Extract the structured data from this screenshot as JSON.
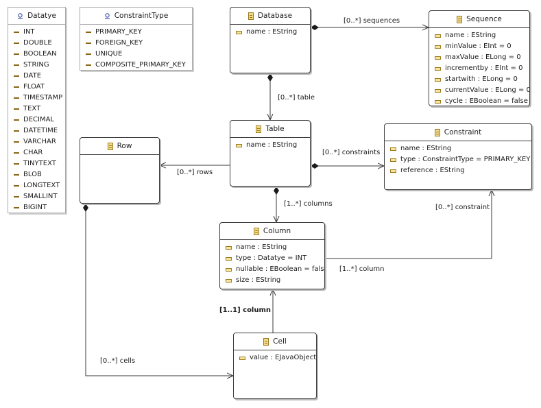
{
  "enums": [
    {
      "id": "datatype",
      "name": "Datatye",
      "literals": [
        "INT",
        "DOUBLE",
        "BOOLEAN",
        "STRING",
        "DATE",
        "FLOAT",
        "TIMESTAMP",
        "TEXT",
        "DECIMAL",
        "DATETIME",
        "VARCHAR",
        "CHAR",
        "TINYTEXT",
        "BLOB",
        "LONGTEXT",
        "SMALLINT",
        "BIGINT"
      ]
    },
    {
      "id": "constrainttype",
      "name": "ConstraintType",
      "literals": [
        "PRIMARY_KEY",
        "FOREIGN_KEY",
        "UNIQUE",
        "COMPOSITE_PRIMARY_KEY"
      ]
    }
  ],
  "classes": [
    {
      "id": "database",
      "name": "Database",
      "attributes": [
        "name : EString"
      ]
    },
    {
      "id": "sequence",
      "name": "Sequence",
      "attributes": [
        "name : EString",
        "minValue : EInt = 0",
        "maxValue : ELong = 0",
        "incrementby : EInt = 0",
        "startwith : ELong = 0",
        "currentValue : ELong = 0",
        "cycle : EBoolean = false"
      ]
    },
    {
      "id": "table",
      "name": "Table",
      "attributes": [
        "name : EString"
      ]
    },
    {
      "id": "constraint",
      "name": "Constraint",
      "attributes": [
        "name : EString",
        "type : ConstraintType = PRIMARY_KEY",
        "reference : EString"
      ]
    },
    {
      "id": "row",
      "name": "Row",
      "attributes": []
    },
    {
      "id": "column",
      "name": "Column",
      "attributes": [
        "name : EString",
        "type : Datatye = INT",
        "nullable : EBoolean = false",
        "size : EString"
      ]
    },
    {
      "id": "cell",
      "name": "Cell",
      "attributes": [
        "value : EJavaObject"
      ]
    }
  ],
  "relations": [
    {
      "id": "sequences",
      "label": "[0..*] sequences",
      "kind": "containment",
      "bold": false
    },
    {
      "id": "table",
      "label": "[0..*] table",
      "kind": "containment",
      "bold": false
    },
    {
      "id": "constraints",
      "label": "[0..*] constraints",
      "kind": "containment",
      "bold": false
    },
    {
      "id": "rows",
      "label": "[0..*] rows",
      "kind": "containment",
      "bold": false
    },
    {
      "id": "columns",
      "label": "[1..*] columns",
      "kind": "containment",
      "bold": false
    },
    {
      "id": "constraint-ref",
      "label": "[0..*] constraint",
      "kind": "bidirectional",
      "bold": false
    },
    {
      "id": "column-ref",
      "label": "[1..*] column",
      "kind": "bidirectional",
      "bold": false
    },
    {
      "id": "cell-column",
      "label": "[1..1] column",
      "kind": "reference",
      "bold": true
    },
    {
      "id": "cells",
      "label": "[0..*] cells",
      "kind": "containment",
      "bold": false
    }
  ]
}
